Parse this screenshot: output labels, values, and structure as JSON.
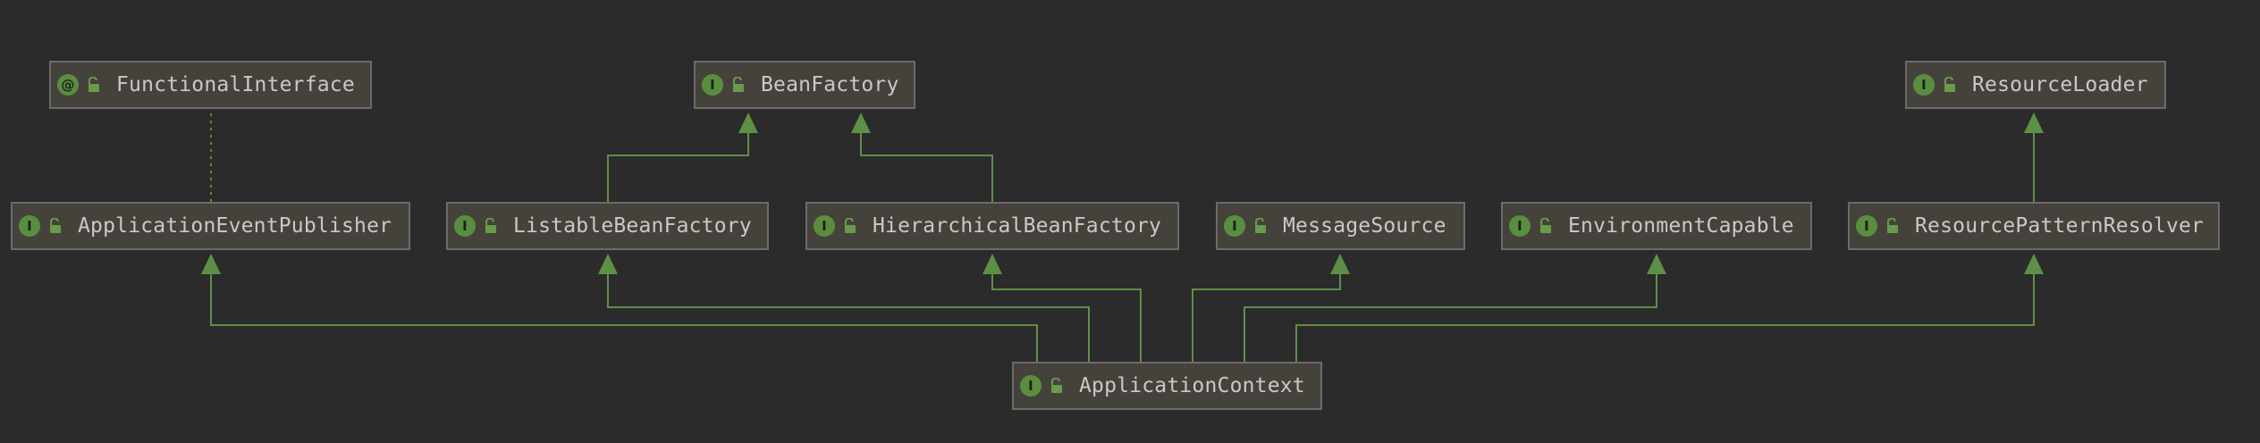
{
  "colors": {
    "background": "#2b2b2b",
    "node_fill": "#45423c",
    "node_border": "#6b6b6b",
    "edge": "#5e8f47",
    "badge": "#5a8e3f",
    "text": "#c9c9c9"
  },
  "nodes": {
    "functional_interface": {
      "badge": "@",
      "label": "FunctionalInterface"
    },
    "bean_factory": {
      "badge": "I",
      "label": "BeanFactory"
    },
    "resource_loader": {
      "badge": "I",
      "label": "ResourceLoader"
    },
    "application_event_publisher": {
      "badge": "I",
      "label": "ApplicationEventPublisher"
    },
    "listable_bean_factory": {
      "badge": "I",
      "label": "ListableBeanFactory"
    },
    "hierarchical_bean_factory": {
      "badge": "I",
      "label": "HierarchicalBeanFactory"
    },
    "message_source": {
      "badge": "I",
      "label": "MessageSource"
    },
    "environment_capable": {
      "badge": "I",
      "label": "EnvironmentCapable"
    },
    "resource_pattern_resolver": {
      "badge": "I",
      "label": "ResourcePatternResolver"
    },
    "application_context": {
      "badge": "I",
      "label": "ApplicationContext"
    }
  },
  "edges": [
    {
      "from": "application_context",
      "to": "application_event_publisher",
      "kind": "extends"
    },
    {
      "from": "application_context",
      "to": "listable_bean_factory",
      "kind": "extends"
    },
    {
      "from": "application_context",
      "to": "hierarchical_bean_factory",
      "kind": "extends"
    },
    {
      "from": "application_context",
      "to": "message_source",
      "kind": "extends"
    },
    {
      "from": "application_context",
      "to": "environment_capable",
      "kind": "extends"
    },
    {
      "from": "application_context",
      "to": "resource_pattern_resolver",
      "kind": "extends"
    },
    {
      "from": "listable_bean_factory",
      "to": "bean_factory",
      "kind": "extends"
    },
    {
      "from": "hierarchical_bean_factory",
      "to": "bean_factory",
      "kind": "extends"
    },
    {
      "from": "resource_pattern_resolver",
      "to": "resource_loader",
      "kind": "extends"
    },
    {
      "from": "application_event_publisher",
      "to": "functional_interface",
      "kind": "annotated"
    }
  ]
}
